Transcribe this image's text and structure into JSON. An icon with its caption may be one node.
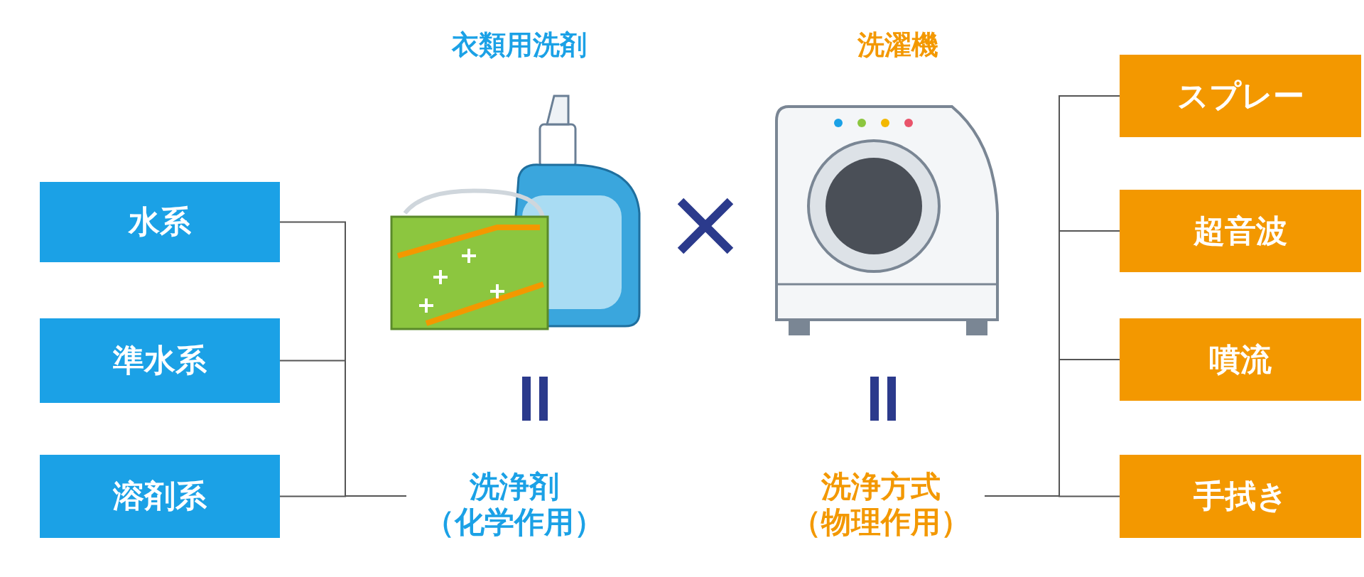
{
  "diagram": {
    "nodes": [
      {
        "text": [
          "水系"
        ]
      },
      {
        "text": [
          "準水系"
        ]
      },
      {
        "text": [
          "溶剤系"
        ]
      },
      {
        "text": [
          "洗浄剤",
          "（化学作用）"
        ]
      },
      {
        "text": [
          "洗浄方式",
          "（物理作用）"
        ]
      },
      {
        "text": [
          "スプレー"
        ]
      },
      {
        "text": [
          "超音波"
        ]
      },
      {
        "text": [
          "噴流"
        ]
      },
      {
        "text": [
          "手拭き"
        ]
      }
    ],
    "edges": [
      {
        "from": 0,
        "to": 3,
        "arrow": "none"
      },
      {
        "from": 1,
        "to": 3,
        "arrow": "none"
      },
      {
        "from": 2,
        "to": 3,
        "arrow": "none"
      },
      {
        "from": 4,
        "to": 5,
        "arrow": "none"
      },
      {
        "from": 4,
        "to": 6,
        "arrow": "none"
      },
      {
        "from": 4,
        "to": 7,
        "arrow": "none"
      },
      {
        "from": 4,
        "to": 8,
        "arrow": "none"
      }
    ],
    "labels": [
      "衣類用洗剤",
      "洗濯機"
    ]
  }
}
